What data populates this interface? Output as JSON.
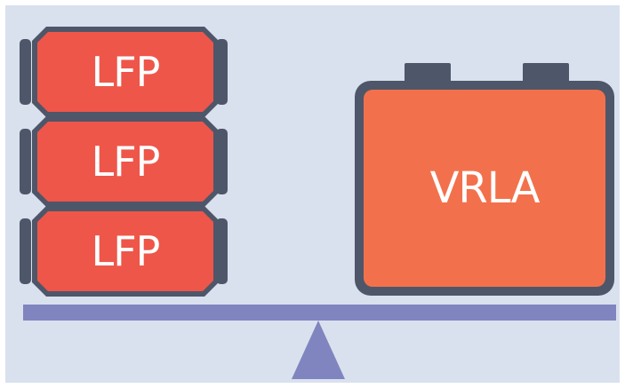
{
  "stack": {
    "cells": [
      {
        "label": "LFP"
      },
      {
        "label": "LFP"
      },
      {
        "label": "LFP"
      }
    ]
  },
  "battery": {
    "label": "VRLA"
  },
  "colors": {
    "background": "#d9e1ee",
    "outline": "#4e5669",
    "lfp_fill": "#ee5649",
    "vrla_fill": "#f2714c",
    "balance": "#8084bf"
  }
}
